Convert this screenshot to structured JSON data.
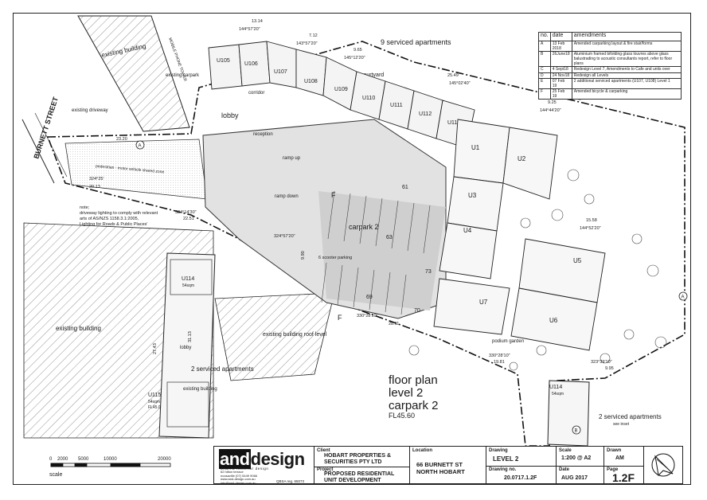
{
  "amendments": {
    "headers": [
      "no.",
      "date",
      "amendments"
    ],
    "rows": [
      [
        "A",
        "13 Feb 2018",
        "Amended carparking layout & fire stair/forms"
      ],
      [
        "B",
        "26June18",
        "Aluminium framed bifolding glass louvres above glass balustrading to acoustic consultants report, refer to floor plans"
      ],
      [
        "C",
        "4 Sept18",
        "Redesign Level 7, Amendments to Cafe and units over"
      ],
      [
        "D",
        "24 Nov18",
        "Redesign all Levels"
      ],
      [
        "E",
        "07 Feb 19",
        "2 additional serviced apartments (U107, U108) Level 1"
      ],
      [
        "F",
        "25 Feb 19",
        "Amended bicycle & carparking"
      ]
    ]
  },
  "plan": {
    "street": "BURNETT STREET",
    "existing_building_1": "existing building",
    "existing_building_2": "existing building",
    "existing_building_3": "existing building",
    "existing_building_roof": "existing building roof level",
    "existing_driveway": "existing driveway",
    "existing_carpark": "existing carpark",
    "mobile_tower": "MOBILE PHONE TOWER",
    "serviced_9": "9 serviced apartments",
    "serviced_2a": "2 serviced apartments",
    "serviced_2b": "2 serviced apartments",
    "see_inset": "see inset",
    "lobby": "lobby",
    "lobby2": "lobby",
    "reception": "reception",
    "corridor": "corridor",
    "courtyard": "courtyard",
    "carpark": "carpark 2",
    "ramp_up": "ramp up",
    "ramp_down": "ramp down",
    "shared_zone": "pedestrian - motor vehicle shared zone",
    "driveway_note": "note; driveway lighting to comply with relevant parts of AS/NZS 1158.3.1:2005, 'Lighting for Roads & Public Places'",
    "units_top": [
      "U105",
      "U106",
      "U107",
      "U108",
      "U109",
      "U110",
      "U111",
      "U112",
      "U113"
    ],
    "units_right": [
      "U1",
      "U2",
      "U3",
      "U4",
      "U5",
      "U6",
      "U7"
    ],
    "unit_u114": "U114",
    "unit_u114_area": "54sqm",
    "unit_u115": "U115",
    "unit_u115_area": "54sqm",
    "unit_u115_fl": "FL45.0",
    "unit_u114b": "U114",
    "unit_u114b_area": "54sqm",
    "parking_numbers": [
      "61",
      "63",
      "69",
      "70",
      "73"
    ],
    "scooter": "6 scooter parking",
    "podium": "podium garden",
    "dims": [
      "13.14",
      "7.12",
      "9.65",
      "25.49",
      "23.20",
      "20.13",
      "22.51",
      "28.11",
      "19.81",
      "15.58",
      "9.25",
      "9.95",
      "9.90",
      "27.43",
      "31.13"
    ],
    "bearings": [
      "144°57'20\"",
      "143°57'20\"",
      "145°12'20\"",
      "145°02'40\"",
      "144°44'20\"",
      "144°52'20\"",
      "324°25'",
      "324°14'30\"",
      "324°57'20\"",
      "330°28'10\"",
      "323°39'10\"",
      "330°28'10\""
    ],
    "section_a": "A",
    "section_b": "B",
    "section_f": "F",
    "title_lines": [
      "floor plan",
      "level 2",
      "carpark 2"
    ],
    "title_fl": "FL45.60"
  },
  "scale_bar": {
    "ticks": [
      "0",
      "2000",
      "5000",
      "10000",
      "20000"
    ],
    "label": "scale"
  },
  "title_block": {
    "logo_a": "and",
    "logo_b": "design",
    "logo_sub": "andrew mckellar design",
    "address": [
      "62 hilton terrace",
      "noosaville (07) 5449 9066",
      "www.and-design.com.au",
      "info@and-design.com.au"
    ],
    "qbsa": "QBSA reg. 65073",
    "client_label": "Client",
    "client": "HOBART PROPERTIES & SECURITIES PTY LTD",
    "project_label": "Project",
    "project": "PROPOSED RESIDENTIAL UNIT DEVELOPMENT",
    "location_label": "Location",
    "location": "66 BURNETT ST NORTH HOBART",
    "drawing_label": "Drawing",
    "drawing": "LEVEL 2",
    "drawing_no_label": "Drawing no.",
    "drawing_no": "20.0717.1.2F",
    "scale_label": "Scale",
    "scale": "1:200 @ A2",
    "date_label": "Date",
    "date": "AUG 2017",
    "drawn_label": "Drawn",
    "drawn": "AM",
    "page_label": "Page",
    "page": "1.2F"
  }
}
